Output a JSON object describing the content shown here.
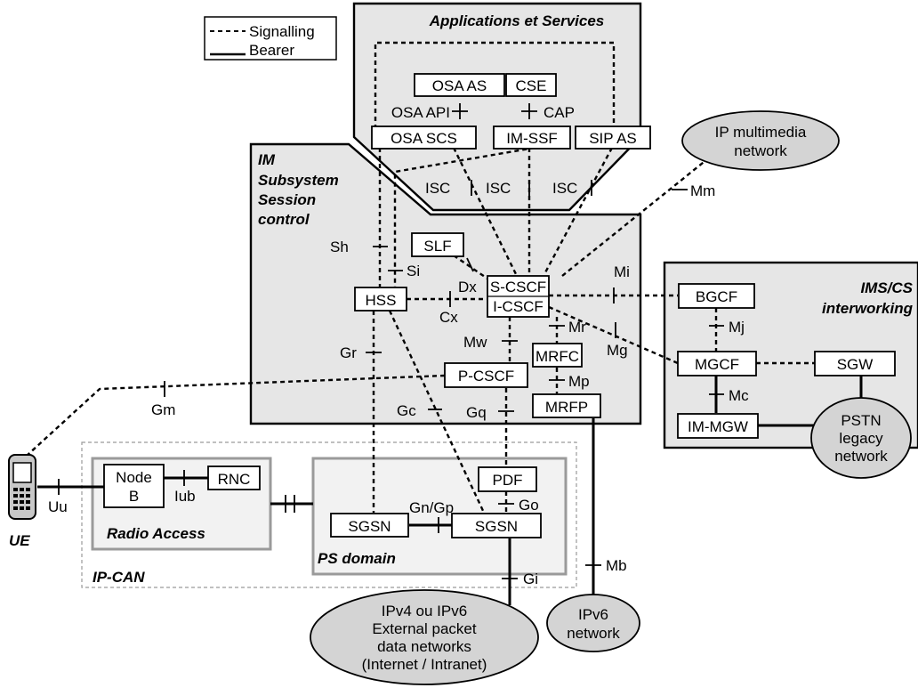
{
  "legend": {
    "signalling": "Signalling",
    "bearer": "Bearer"
  },
  "domains": {
    "applications": "Applications et Services",
    "im_line1": "IM",
    "im_line2": "Subsystem",
    "im_line3": "Session",
    "im_line4": "control",
    "ims_cs_line1": "IMS/CS",
    "ims_cs_line2": "interworking",
    "radio_access": "Radio Access",
    "ps_domain": "PS domain",
    "ip_can": "IP-CAN",
    "ue": "UE"
  },
  "nodes": {
    "osa_as": "OSA AS",
    "cse": "CSE",
    "osa_scs": "OSA SCS",
    "im_ssf": "IM-SSF",
    "sip_as": "SIP AS",
    "slf": "SLF",
    "hss": "HSS",
    "s_cscf": "S-CSCF",
    "i_cscf": "I-CSCF",
    "p_cscf": "P-CSCF",
    "mrfc": "MRFC",
    "mrfp": "MRFP",
    "bgcf": "BGCF",
    "mgcf": "MGCF",
    "sgw": "SGW",
    "im_mgw": "IM-MGW",
    "node_b_line1": "Node",
    "node_b_line2": "B",
    "rnc": "RNC",
    "pdf": "PDF",
    "sgsn_left": "SGSN",
    "sgsn_right": "SGSN"
  },
  "networks": {
    "ip_multimedia_line1": "IP multimedia",
    "ip_multimedia_line2": "network",
    "pstn_line1": "PSTN",
    "pstn_line2": "legacy",
    "pstn_line3": "network",
    "external_line1": "IPv4 ou IPv6",
    "external_line2": "External packet",
    "external_line3": "data networks",
    "external_line4": "(Internet / Intranet)",
    "ipv6_line1": "IPv6",
    "ipv6_line2": "network"
  },
  "interfaces": {
    "osa_api": "OSA API",
    "cap": "CAP",
    "isc1": "ISC",
    "isc2": "ISC",
    "isc3": "ISC",
    "mm": "Mm",
    "sh": "Sh",
    "si": "Si",
    "dx": "Dx",
    "cx": "Cx",
    "mi": "Mi",
    "mj": "Mj",
    "mr": "Mr",
    "mw": "Mw",
    "mg": "Mg",
    "gr": "Gr",
    "mp": "Mp",
    "mc": "Mc",
    "gm": "Gm",
    "gc": "Gc",
    "gq": "Gq",
    "uu": "Uu",
    "iub": "Iub",
    "gn_gp": "Gn/Gp",
    "go": "Go",
    "mb": "Mb",
    "gi": "Gi"
  }
}
